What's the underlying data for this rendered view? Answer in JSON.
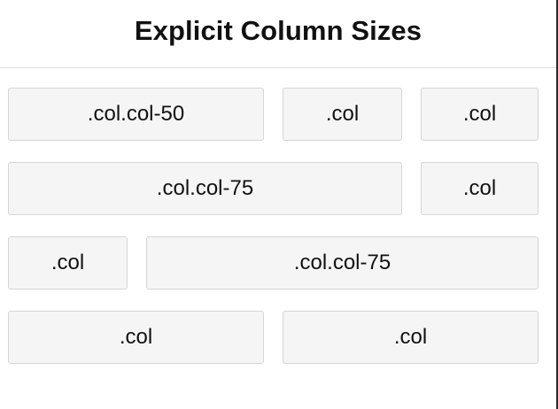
{
  "header": {
    "title": "Explicit Column Sizes"
  },
  "rows": [
    [
      ".col.col-50",
      ".col",
      ".col"
    ],
    [
      ".col.col-75",
      ".col"
    ],
    [
      ".col",
      ".col.col-75"
    ],
    [
      ".col",
      ".col"
    ]
  ],
  "colors": {
    "cell_background": "#f5f5f5",
    "cell_border": "#d5d5d5",
    "header_divider": "#dedede"
  }
}
